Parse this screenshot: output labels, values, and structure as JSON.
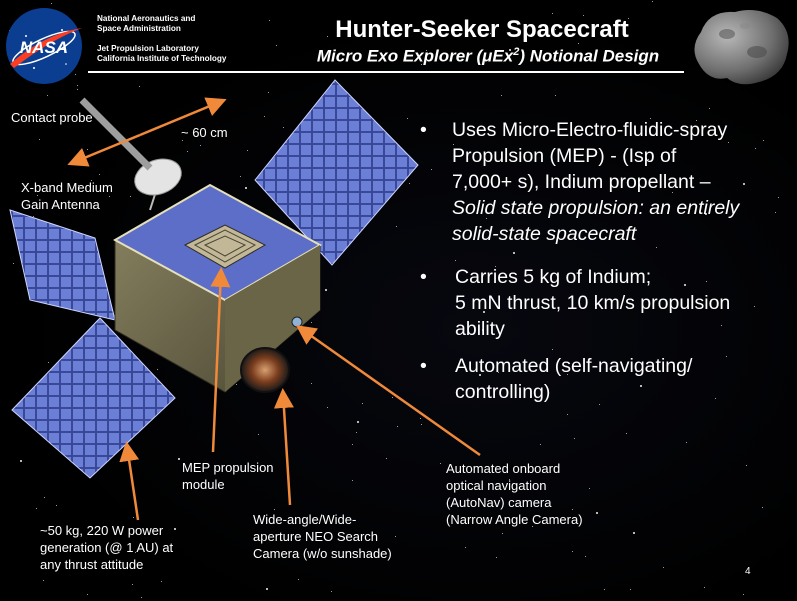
{
  "header": {
    "org_line1": "National Aeronautics and",
    "org_line2": "Space Administration",
    "lab_line1": "Jet Propulsion Laboratory",
    "lab_line2": "California Institute of Technology",
    "logo_text": "NASA"
  },
  "title": {
    "main": "Hunter-Seeker Spacecraft",
    "sub_before": "Micro Exo Explorer (μEx",
    "sub_sup": "2",
    "sub_after": ") Notional Design"
  },
  "bullets": [
    {
      "symbol": "•",
      "lines": [
        "Uses Micro-Electro-fluidic-spray",
        "Propulsion (MEP) - (Isp of",
        "7,000+ s), Indium propellant –"
      ],
      "italic_lines": [
        "Solid state propulsion: an entirely",
        "solid-state spacecraft"
      ]
    },
    {
      "symbol": "•",
      "lines": [
        "Carries 5 kg of Indium;",
        "5 mN thrust, 10 km/s propulsion",
        "ability"
      ]
    },
    {
      "symbol": "•",
      "lines": [
        "Automated (self-navigating/",
        "controlling)"
      ]
    }
  ],
  "labels": {
    "contact_probe": "Contact probe",
    "size": "~ 60 cm",
    "antenna_1": "X-band Medium",
    "antenna_2": "Gain Antenna",
    "mep_1": "MEP propulsion",
    "mep_2": "module",
    "power_1": "~50 kg, 220 W power",
    "power_2": "generation (@ 1 AU) at",
    "power_3": "any thrust attitude",
    "neo_1": "Wide-angle/Wide-",
    "neo_2": "aperture NEO Search",
    "neo_3": "Camera (w/o sunshade)",
    "autonav_1": "Automated onboard",
    "autonav_2": "optical navigation",
    "autonav_3": "(AutoNav) camera",
    "autonav_4": "(Narrow Angle Camera)"
  },
  "page_number": "4",
  "colors": {
    "background": "#000000",
    "text": "#ffffff",
    "arrow": "#f08a3a",
    "panel": "#5b6fc8",
    "nasa_blue": "#0b3d91",
    "nasa_red": "#fc3d21"
  }
}
